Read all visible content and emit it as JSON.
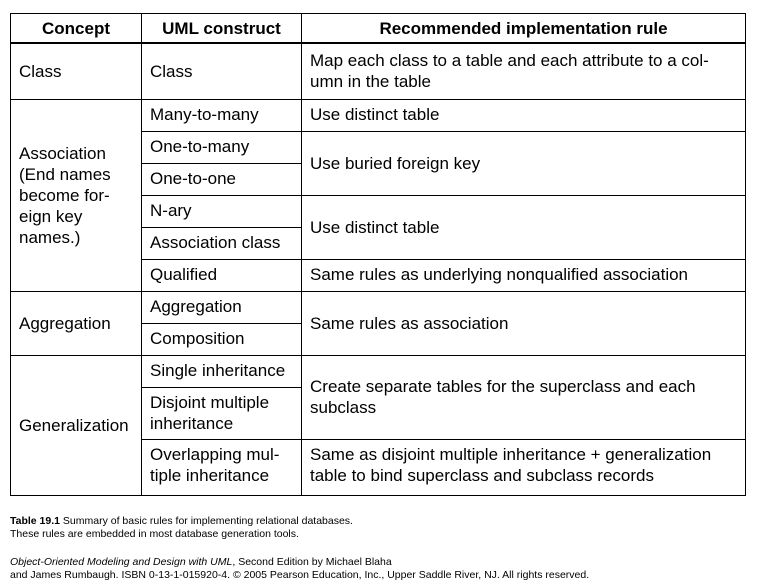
{
  "table": {
    "headers": [
      "Concept",
      "UML construct",
      "Recommended implementation rule"
    ],
    "class_group": {
      "concept": "Class",
      "construct": "Class",
      "rule": "Map each class to a table and each attribute to a col-umn in the table"
    },
    "association_group": {
      "concept": "Association (End names become for-eign key names.)",
      "constructs": [
        "Many-to-many",
        "One-to-many",
        "One-to-one",
        "N-ary",
        "Association class",
        "Qualified"
      ],
      "rules": [
        "Use distinct table",
        "Use buried foreign key",
        "Use distinct table",
        "Same rules as underlying nonqualified association"
      ]
    },
    "aggregation_group": {
      "concept": "Aggregation",
      "constructs": [
        "Aggregation",
        "Composition"
      ],
      "rule": "Same rules as association"
    },
    "generalization_group": {
      "concept": "Generalization",
      "constructs": [
        "Single inheritance",
        "Disjoint multiple inheritance",
        "Overlapping mul-tiple inheritance"
      ],
      "rules": [
        "Create separate tables for the superclass and each subclass",
        "Same as disjoint multiple inheritance + generalization table to bind superclass and subclass records"
      ]
    }
  },
  "caption": {
    "label": "Table 19.1",
    "text": "Summary of basic rules for implementing relational databases.",
    "text2": "These rules are embedded in most database generation tools."
  },
  "credits": {
    "book_title": "Object-Oriented Modeling and Design with UML",
    "line1_rest": ", Second Edition by Michael Blaha",
    "line2": "and James Rumbaugh. ISBN 0-13-1-015920-4. © 2005 Pearson Education, Inc., Upper Saddle River, NJ. All rights reserved."
  }
}
